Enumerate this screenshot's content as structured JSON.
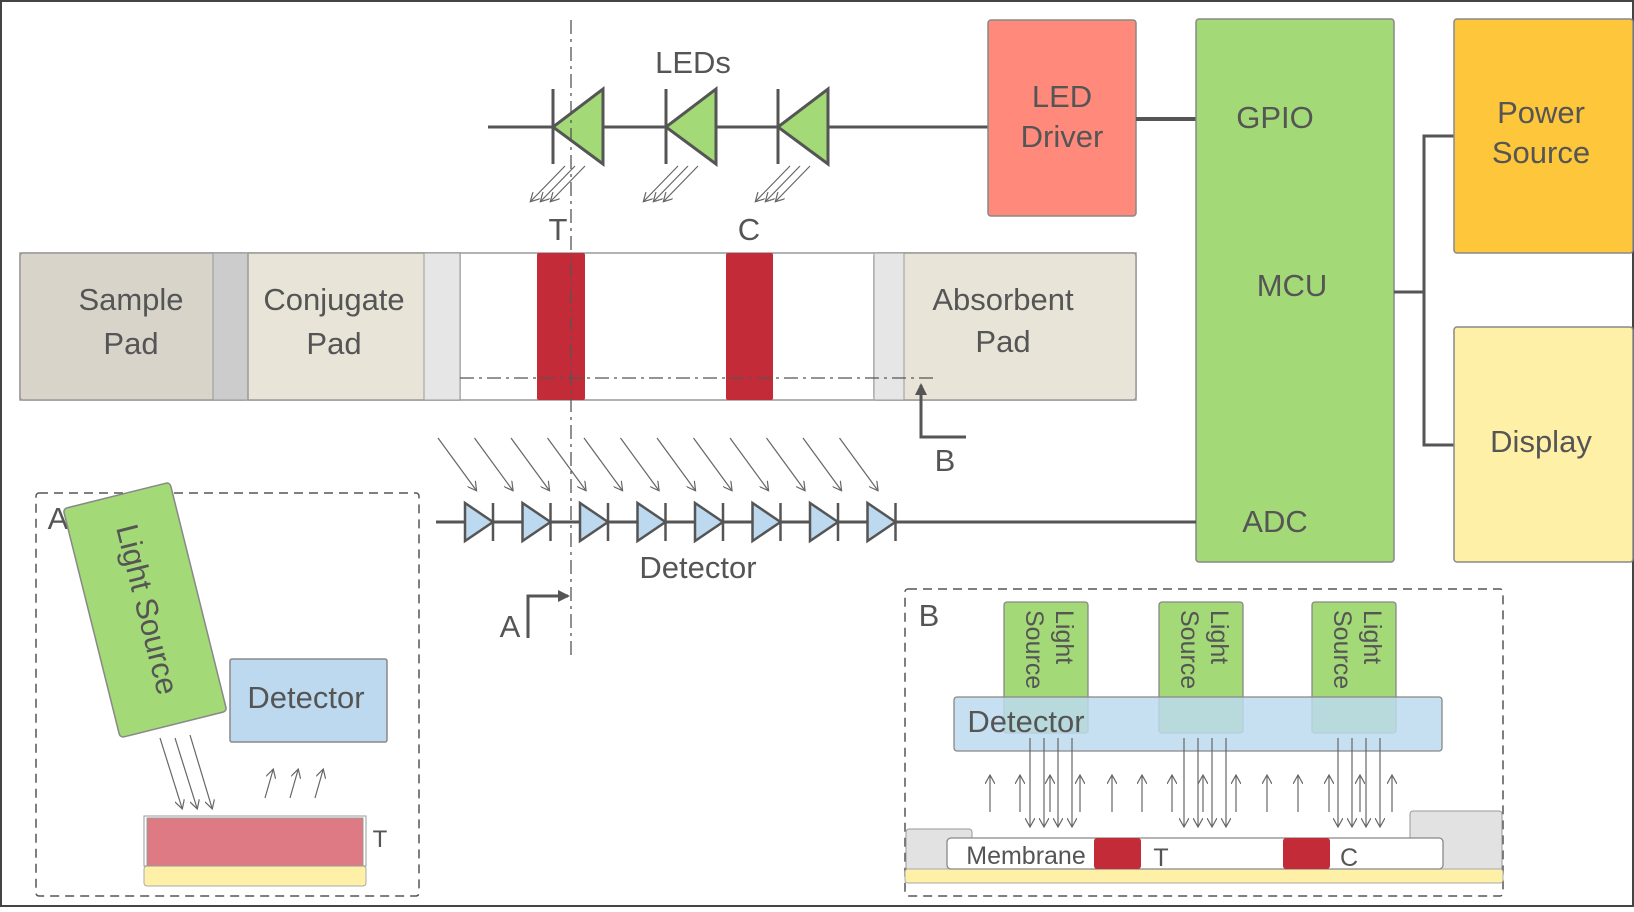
{
  "blocks": {
    "led_driver": "LED\nDriver",
    "mcu": "MCU",
    "gpio": "GPIO",
    "adc": "ADC",
    "power_source": "Power\nSource",
    "display": "Display"
  },
  "leds_label": "LEDs",
  "strip": {
    "sample_pad": "Sample\nPad",
    "conjugate_pad": "Conjugate\nPad",
    "absorbent_pad": "Absorbent\nPad",
    "test_line": "T",
    "control_line": "C"
  },
  "detector_label": "Detector",
  "section_markers": {
    "a": "A",
    "b": "B"
  },
  "inset_a": {
    "label": "A",
    "light_source": "Light Source",
    "detector": "Detector",
    "test_label": "T"
  },
  "inset_b": {
    "label": "B",
    "light_source": "Light\nSource",
    "detector": "Detector",
    "membrane": "Membrane",
    "test_label": "T",
    "control_label": "C"
  },
  "colors": {
    "green": "#a3d977",
    "blue": "#bcd9ef",
    "red": "#c42b38",
    "salmon": "#ff8a7c",
    "orange": "#fdc63b",
    "light_yellow": "#fff0a8",
    "pad": "#e8e4d8",
    "sample_pad": "#d8d4ca"
  }
}
